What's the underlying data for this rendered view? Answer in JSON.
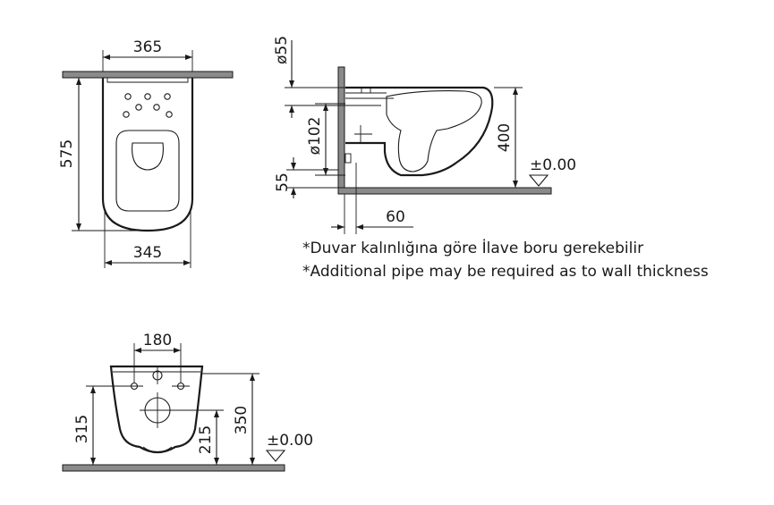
{
  "dimensions": {
    "top_width": "365",
    "top_length": "575",
    "top_bottom_width": "345",
    "side_pipe_diameter": "ø55",
    "side_outlet_diameter": "ø102",
    "side_outlet_height": "55",
    "side_height": "400",
    "side_level": "±0.00",
    "side_wall_offset": "60",
    "front_bolt_spacing": "180",
    "front_total_height": "315",
    "front_outlet_height": "215",
    "front_height": "350",
    "front_level": "±0.00"
  },
  "notes": {
    "turkish": "*Duvar kalınlığına göre İlave boru gerekebilir",
    "english": "*Additional pipe may be required as to wall thickness"
  }
}
